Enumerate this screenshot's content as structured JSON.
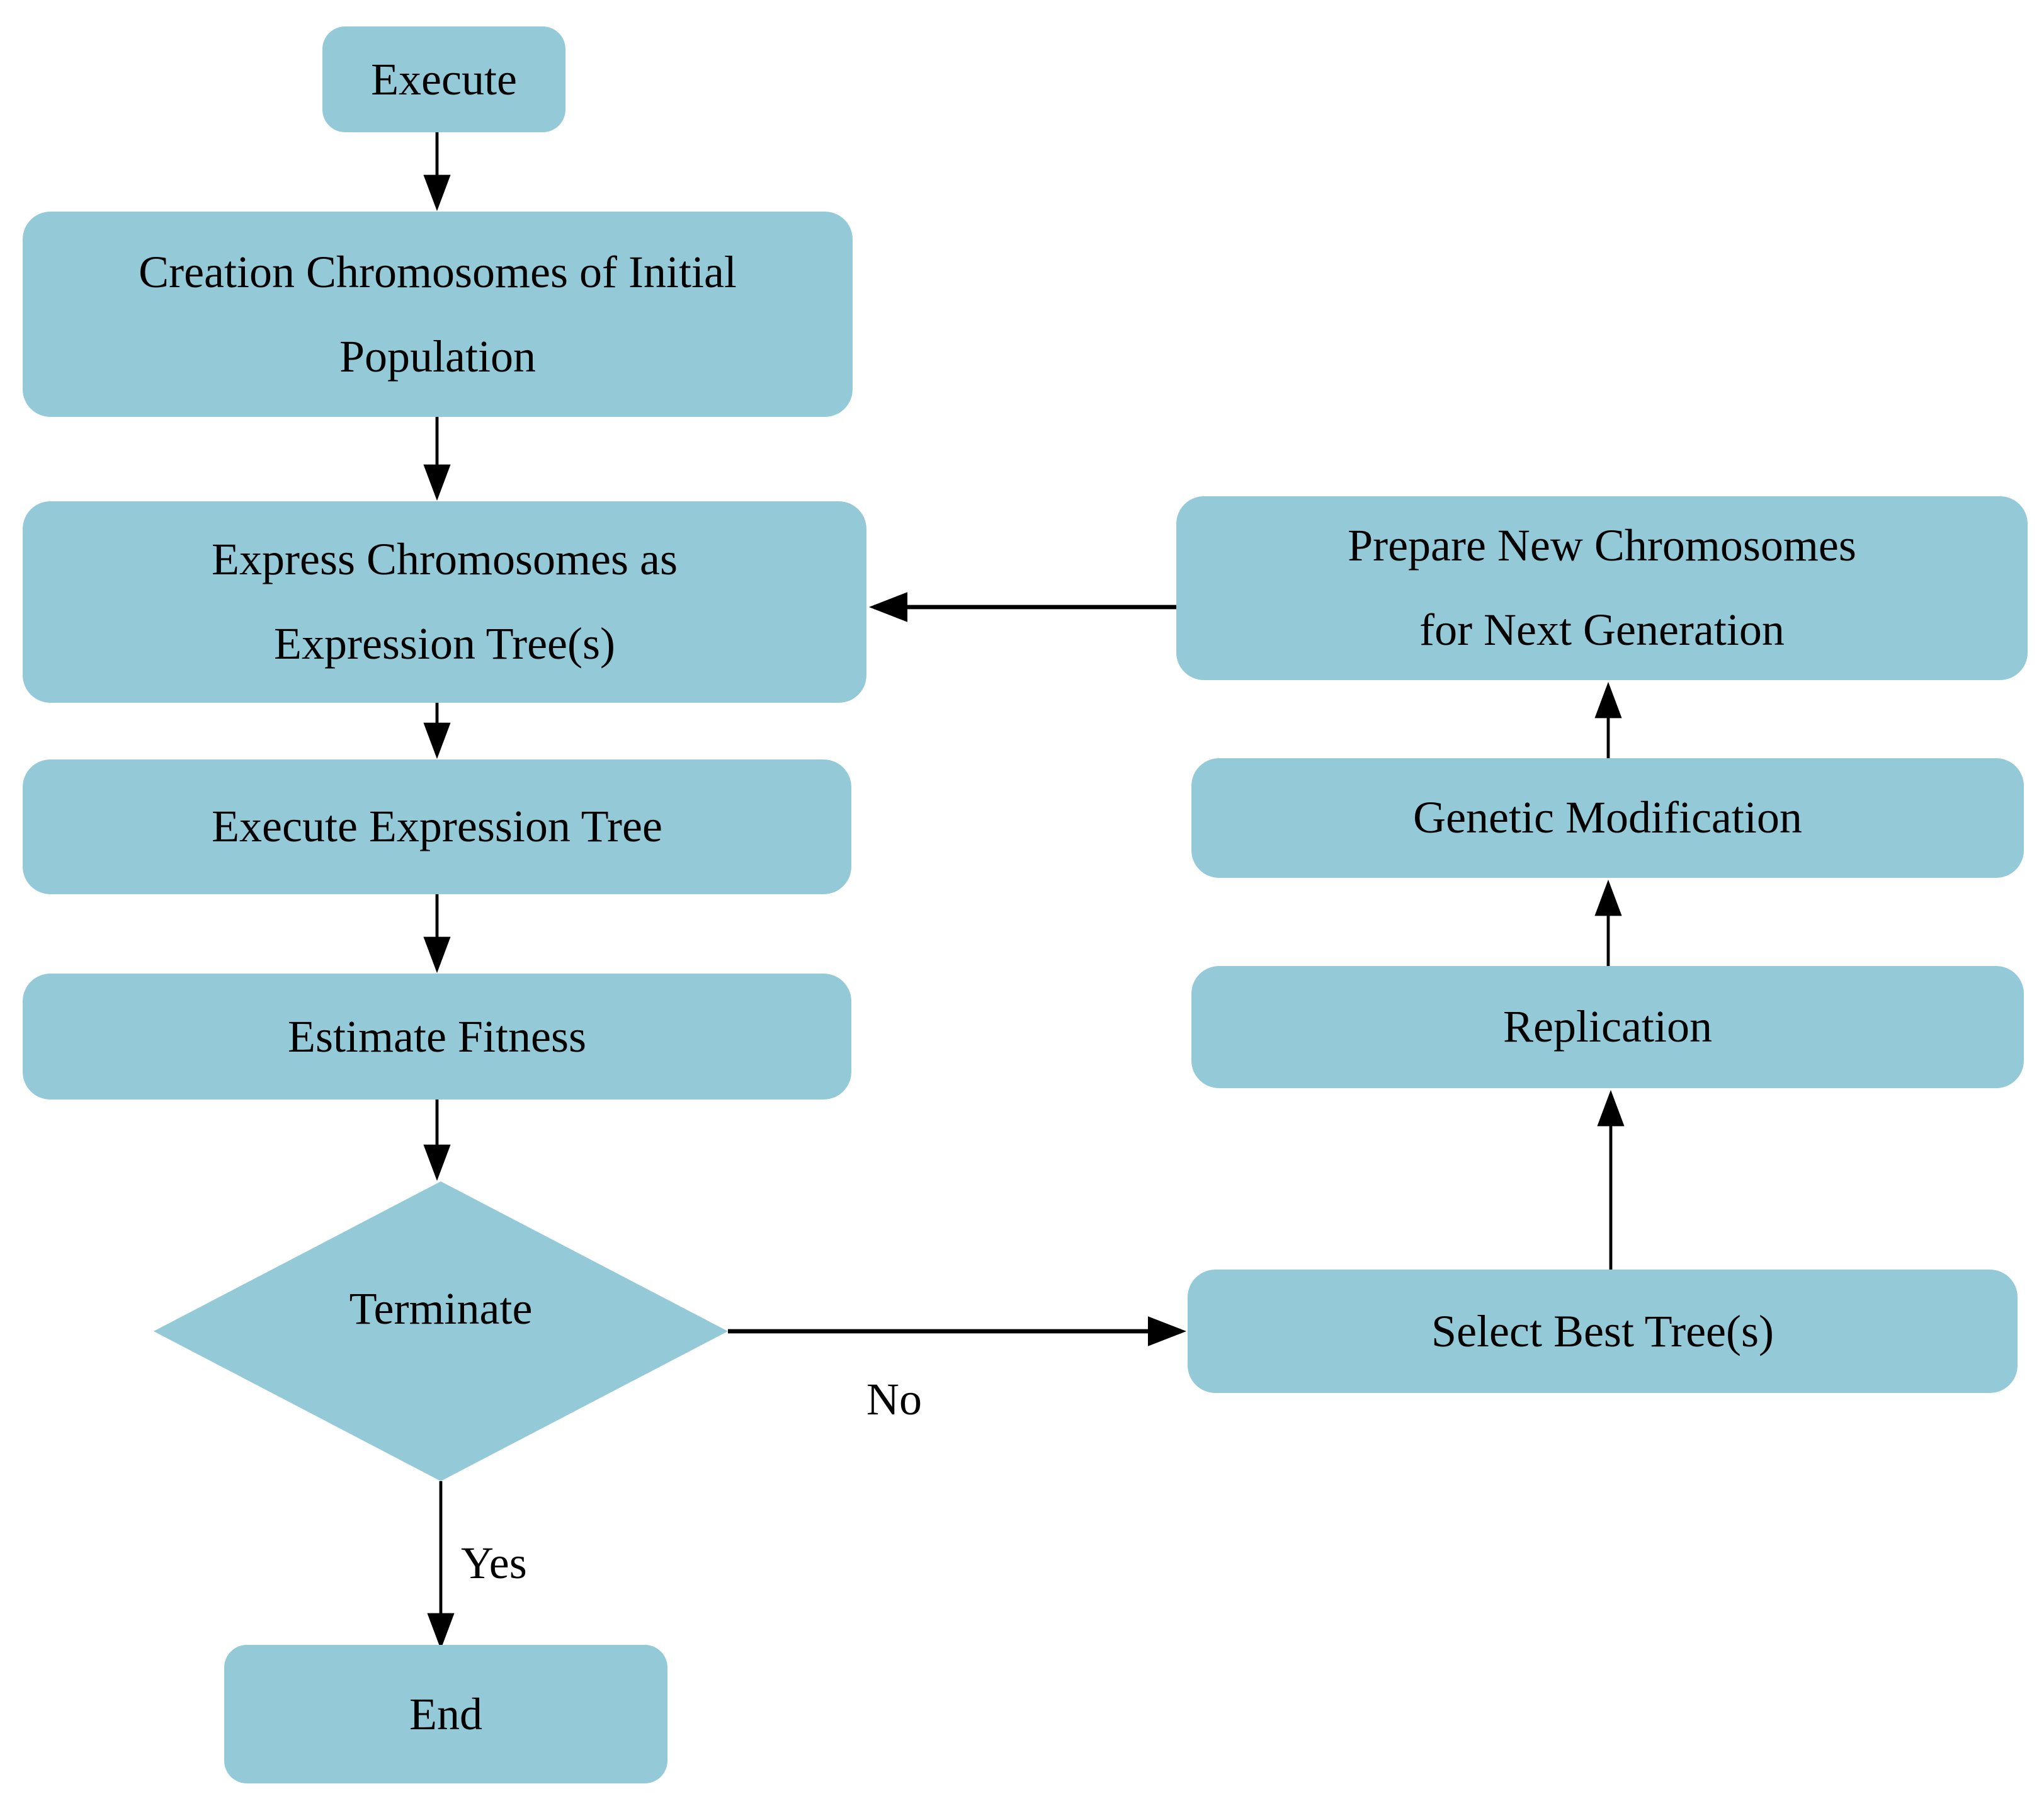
{
  "diagram": {
    "colors": {
      "node_fill": "#94cad8",
      "arrow": "#000000",
      "text": "#000000",
      "background": "#ffffff"
    },
    "nodes": {
      "execute": {
        "lines": [
          "Execute"
        ]
      },
      "creation": {
        "lines": [
          "Creation Chromosomes of Initial",
          "Population"
        ]
      },
      "express": {
        "lines": [
          "Express Chromosomes as",
          "Expression Tree(s)"
        ]
      },
      "execute_tree": {
        "lines": [
          "Execute Expression Tree"
        ]
      },
      "estimate_fitness": {
        "lines": [
          "Estimate Fitness"
        ]
      },
      "terminate": {
        "lines": [
          "Terminate"
        ]
      },
      "end": {
        "lines": [
          "End"
        ]
      },
      "select_best": {
        "lines": [
          "Select Best Tree(s)"
        ]
      },
      "replication": {
        "lines": [
          "Replication"
        ]
      },
      "genetic_modification": {
        "lines": [
          "Genetic Modification"
        ]
      },
      "prepare_new": {
        "lines": [
          "Prepare New Chromosomes",
          "for Next Generation"
        ]
      }
    },
    "edge_labels": {
      "yes": "Yes",
      "no": "No"
    }
  }
}
